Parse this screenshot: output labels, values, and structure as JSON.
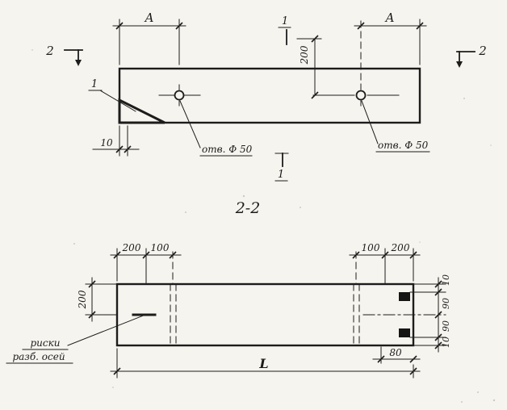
{
  "colors": {
    "ink": "#1c1c1c",
    "paper": "#f6f4ee"
  },
  "top_view": {
    "dim_A_left": "А",
    "dim_A_right": "А",
    "mark_1_top": "1",
    "mark_1_bottom": "1",
    "mark_2_left": "2",
    "mark_2_right": "2",
    "detail_mark": "1",
    "dim_200": "200",
    "dim_10": "10",
    "hole_label_left": "отв. Ф 50",
    "hole_label_right": "отв. Ф 50"
  },
  "section_view": {
    "title": "2-2",
    "dims_top_left": {
      "d200": "200",
      "d100": "100"
    },
    "dims_top_right": {
      "d100": "100",
      "d200": "200"
    },
    "dim_left_height": "200",
    "dims_right": {
      "d10_top": "10",
      "d90_upper": "90",
      "d90_lower": "90",
      "d10_bottom": "10"
    },
    "dim_80": "80",
    "dim_length": "L",
    "note_line1": "риски",
    "note_line2": "разб. осей"
  }
}
